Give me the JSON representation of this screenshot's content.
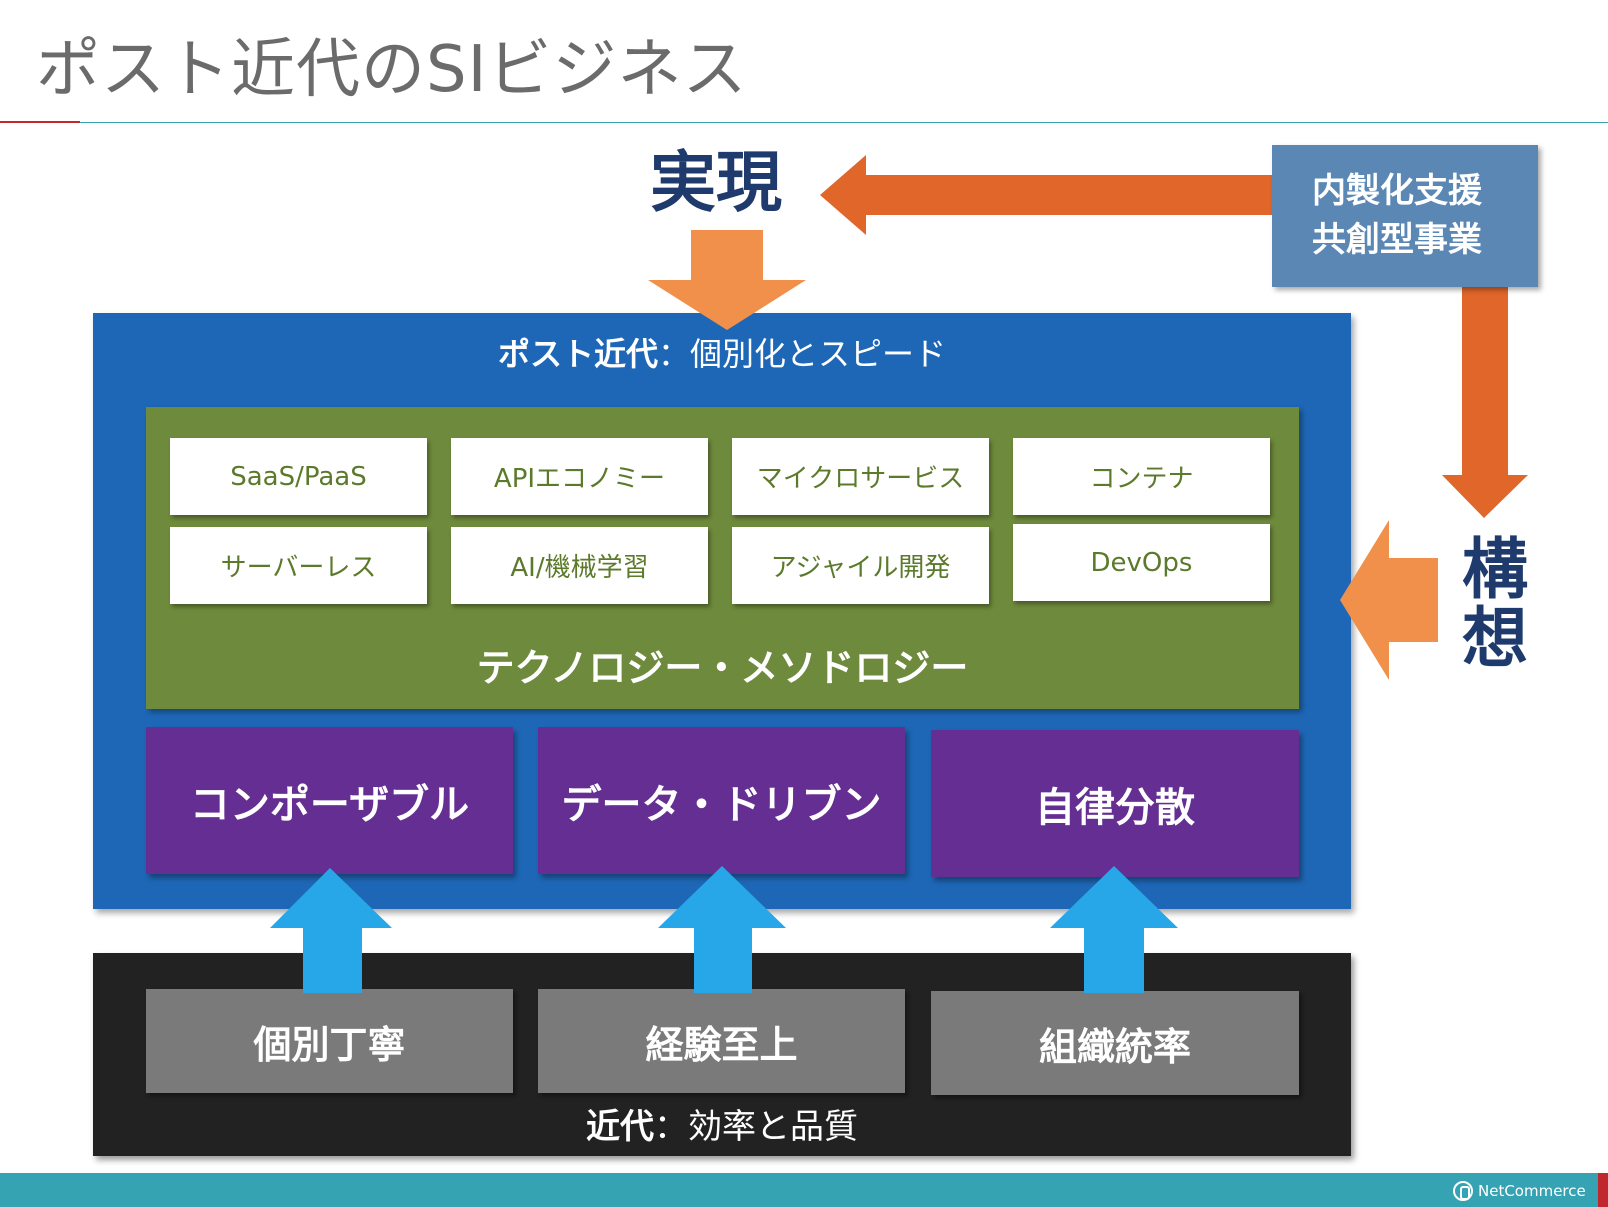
{
  "title": "ポスト近代のSIビジネス",
  "jitsugen": "実現",
  "kousou": [
    "構",
    "想"
  ],
  "support": [
    "内製化支援",
    "共創型事業"
  ],
  "post_modern": {
    "heading_strong": "ポスト近代",
    "heading_rest": "：個別化とスピード",
    "tech_items": [
      "SaaS/PaaS",
      "APIエコノミー",
      "マイクロサービス",
      "コンテナ",
      "サーバーレス",
      "AI/機械学習",
      "アジャイル開発",
      "DevOps"
    ],
    "tech_label": "テクノロジー・メソドロジー",
    "principles": [
      "コンポーザブル",
      "データ・ドリブン",
      "自律分散"
    ]
  },
  "modern": {
    "items": [
      "個別丁寧",
      "経験至上",
      "組織統率"
    ],
    "heading_strong": "近代",
    "heading_rest": "：効率と品質"
  },
  "footer": {
    "logo": "NetCommerce"
  },
  "colors": {
    "post_panel": "#1e67b6",
    "tech_panel": "#6e8a3c",
    "principle": "#652e92",
    "modern_panel": "#222222",
    "modern_item": "#7a7a7a",
    "arrow_orange_dark": "#e0662a",
    "arrow_orange_light": "#f0904a",
    "arrow_blue": "#27a6e8",
    "support_box": "#5b87b5",
    "navy_text": "#1f3b6e"
  }
}
